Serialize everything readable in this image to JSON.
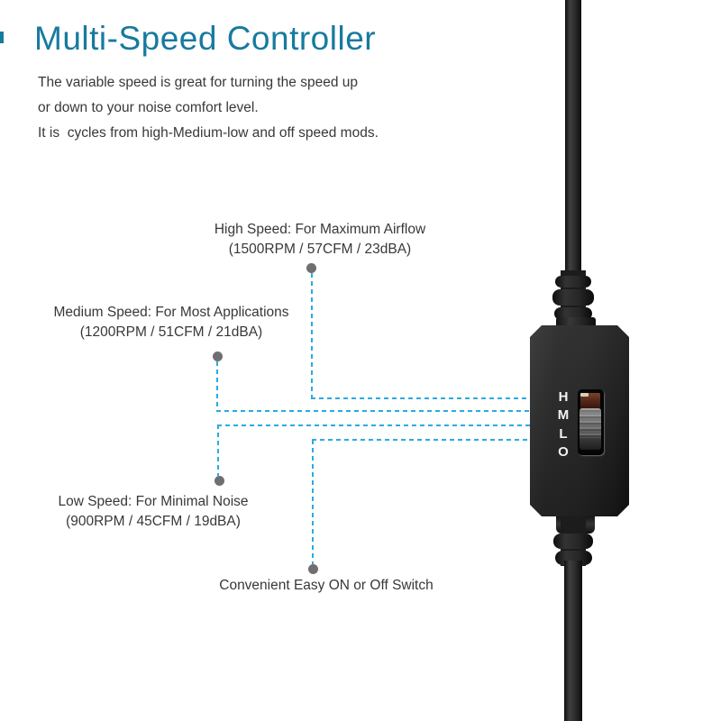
{
  "title": "Multi-Speed Controller",
  "intro": {
    "line1": "The variable speed is great for turning the speed up",
    "line2": "or down to your noise comfort level.",
    "line3": "It is  cycles from high-Medium-low and off speed mods."
  },
  "callouts": {
    "high": {
      "label": "High Speed: For Maximum Airflow",
      "specs": "(1500RPM / 57CFM / 23dBA)"
    },
    "medium": {
      "label": "Medium Speed: For Most Applications",
      "specs": "(1200RPM / 51CFM / 21dBA)"
    },
    "low": {
      "label": "Low Speed: For Minimal Noise",
      "specs": "(900RPM / 45CFM / 19dBA)"
    },
    "switch": {
      "label": "Convenient Easy ON or Off Switch"
    }
  },
  "device": {
    "positions": [
      "H",
      "M",
      "L",
      "O"
    ]
  },
  "colors": {
    "accent_teal": "#177A9F",
    "callout_line_blue": "#29ABE2",
    "dot_gray": "#6F6F6F",
    "body_text": "#383838",
    "device_black": "#242424"
  }
}
